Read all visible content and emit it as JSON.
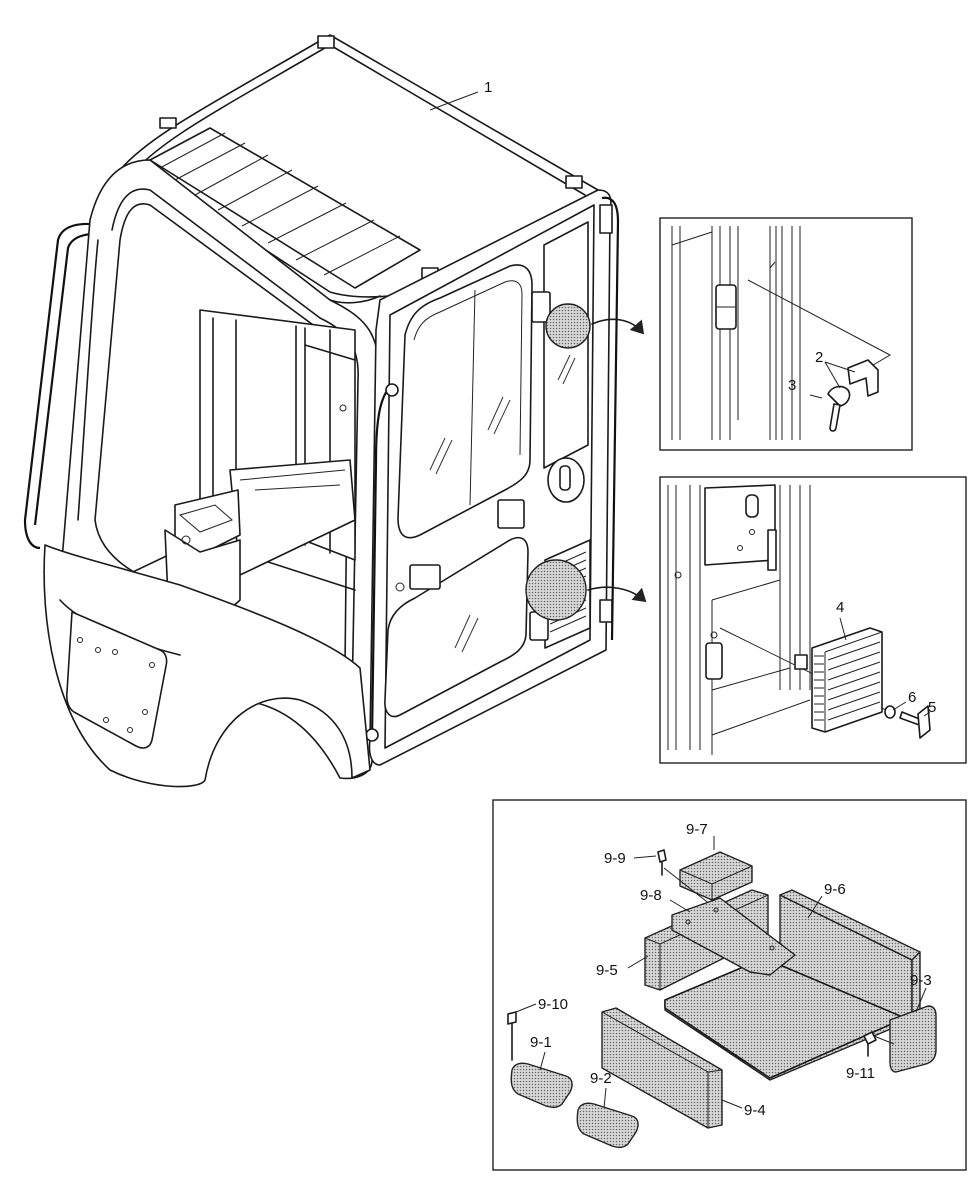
{
  "callouts": {
    "c1": "1",
    "c2": "2",
    "c3": "3",
    "c4": "4",
    "c5": "5",
    "c6": "6",
    "c9_1": "9-1",
    "c9_2": "9-2",
    "c9_3": "9-3",
    "c9_4": "9-4",
    "c9_5": "9-5",
    "c9_6": "9-6",
    "c9_7": "9-7",
    "c9_8": "9-8",
    "c9_9": "9-9",
    "c9_10": "9-10",
    "c9_11": "9-11"
  },
  "colors": {
    "line": "#1a1a1a",
    "dotted_fill": "#9a9a9a",
    "background": "#ffffff"
  }
}
